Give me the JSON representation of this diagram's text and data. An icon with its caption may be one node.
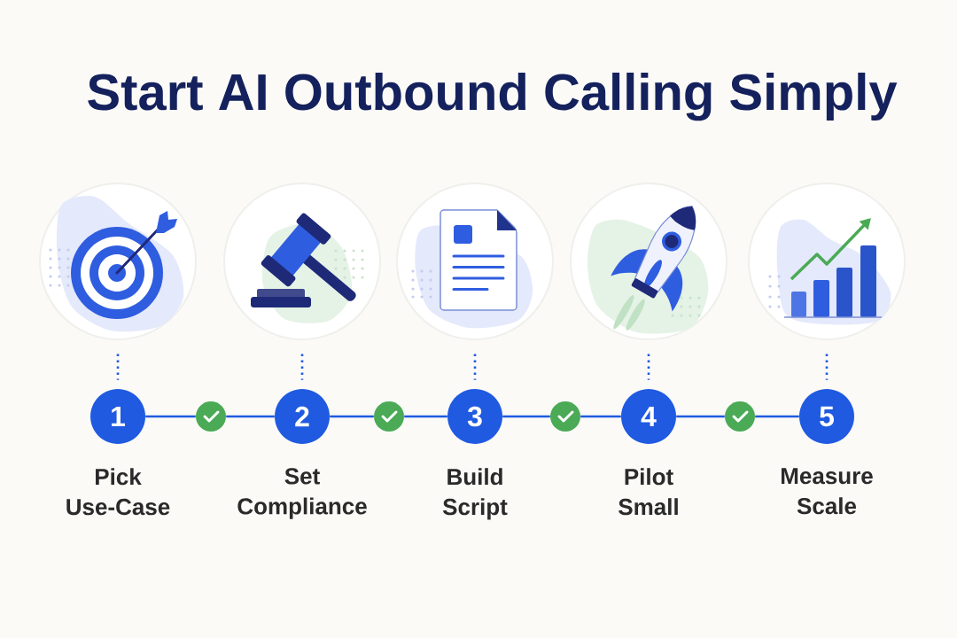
{
  "diagram": {
    "title": "Start AI Outbound Calling Simply",
    "nodes": [
      {
        "text": [],
        "shape": "picture"
      },
      {
        "text": [],
        "shape": "picture"
      },
      {
        "text": [],
        "shape": "picture"
      },
      {
        "text": [],
        "shape": "picture"
      },
      {
        "text": [],
        "shape": "picture"
      },
      {
        "text": [
          "1"
        ],
        "beside": [
          "Pick Use-Case"
        ]
      },
      {
        "text": [],
        "shape": "circle"
      },
      {
        "text": [
          "2"
        ],
        "beside": [
          "Set Compliance"
        ]
      },
      {
        "text": [],
        "shape": "circle"
      },
      {
        "text": [
          "3"
        ],
        "beside": [
          "Build Script"
        ]
      },
      {
        "text": [],
        "shape": "circle"
      },
      {
        "text": [
          "4"
        ],
        "beside": [
          "Pilot Small"
        ]
      },
      {
        "text": [],
        "shape": "circle"
      },
      {
        "text": [
          "5"
        ],
        "beside": [
          "Measure Scale"
        ]
      }
    ],
    "edges": [
      {
        "from": 0,
        "to": 5,
        "arrow": "none",
        "style": "dashed"
      },
      {
        "from": 1,
        "to": 7,
        "arrow": "none",
        "style": "dashed"
      },
      {
        "from": 2,
        "to": 9,
        "arrow": "none",
        "style": "dashed"
      },
      {
        "from": 3,
        "to": 11,
        "arrow": "none",
        "style": "dashed"
      },
      {
        "from": 4,
        "to": 13,
        "arrow": "none",
        "style": "dashed"
      },
      {
        "from": 5,
        "to": 6,
        "arrow": "none"
      },
      {
        "from": 6,
        "to": 7,
        "arrow": "none"
      },
      {
        "from": 7,
        "to": 8,
        "arrow": "none"
      },
      {
        "from": 8,
        "to": 9,
        "arrow": "none"
      },
      {
        "from": 9,
        "to": 10,
        "arrow": "none"
      },
      {
        "from": 10,
        "to": 11,
        "arrow": "none"
      },
      {
        "from": 11,
        "to": 12,
        "arrow": "none"
      },
      {
        "from": 12,
        "to": 13,
        "arrow": "none"
      }
    ]
  }
}
